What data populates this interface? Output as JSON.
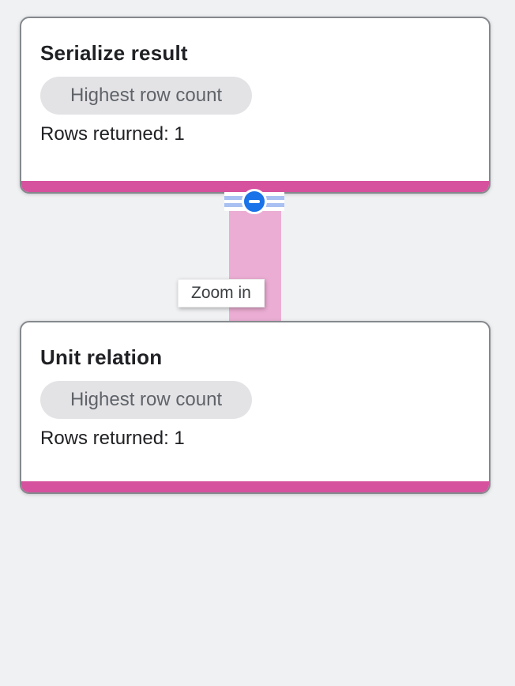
{
  "nodes": [
    {
      "title": "Serialize result",
      "badge": "Highest row count",
      "stat": "Rows returned: 1"
    },
    {
      "title": "Unit relation",
      "badge": "Highest row count",
      "stat": "Rows returned: 1"
    }
  ],
  "link": {
    "tooltip": "Zoom in",
    "collapse_icon": "minus-in-circle-icon"
  },
  "colors": {
    "background": "#f0f1f3",
    "card_border": "#85898d",
    "accent_bar": "#d6519e",
    "link_band": "#ebadd3",
    "collapse_blue": "#1a73e8",
    "stripe_blue": "#a9c1f2",
    "badge_bg": "#e3e3e6",
    "badge_text": "#5f6368",
    "text": "#202124",
    "tooltip_text": "#3c4043"
  }
}
